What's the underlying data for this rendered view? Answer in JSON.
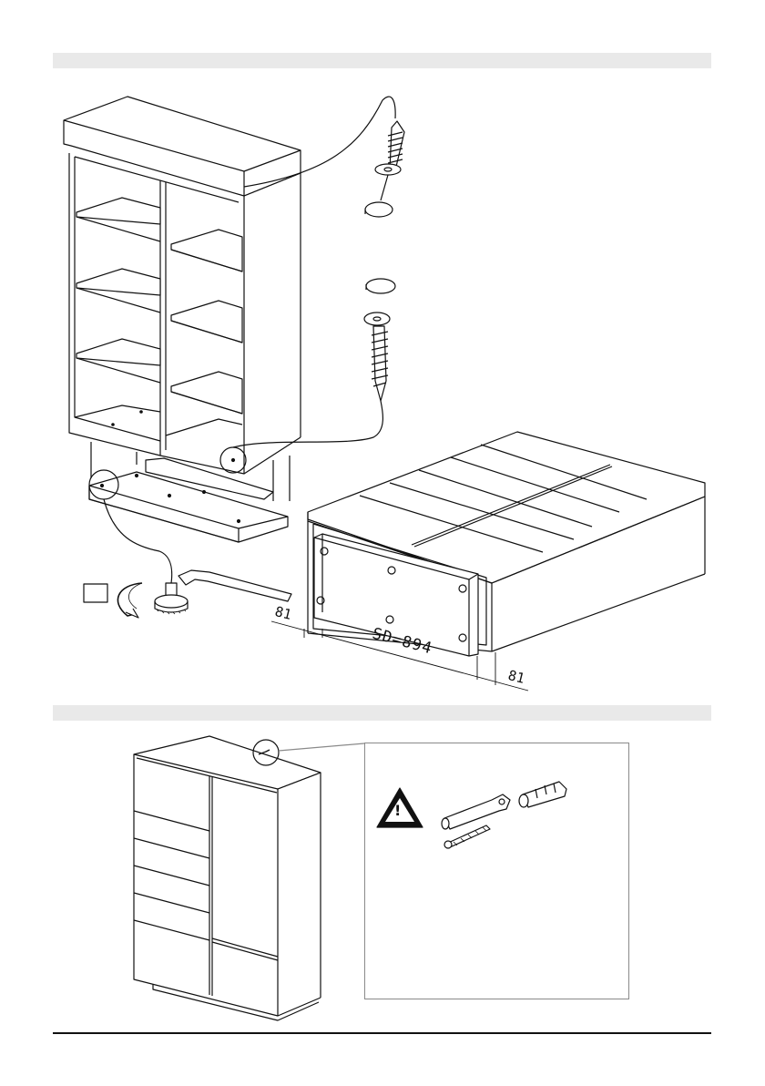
{
  "step1": {
    "dimension_offset_left": "81",
    "dimension_center": "SD=894",
    "dimension_offset_right": "81"
  },
  "step2": {
    "warning_symbol": "!"
  },
  "icons": {
    "warning": "warning-triangle-icon",
    "rotate": "rotate-arrow-icon",
    "allen_key": "allen-key-icon"
  },
  "colors": {
    "line": "#111111",
    "band": "#e9e9e9",
    "inset_border": "#8a8a8a"
  }
}
